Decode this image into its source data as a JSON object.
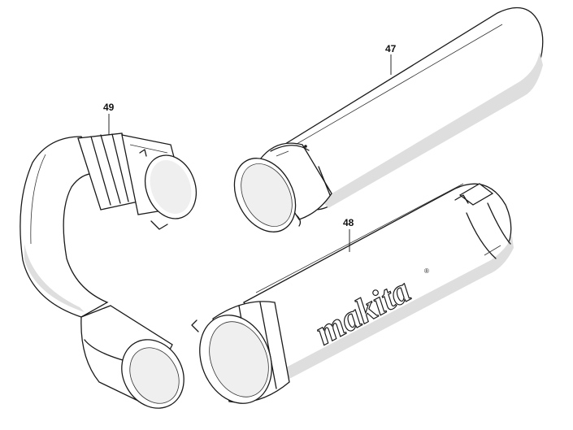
{
  "parts": [
    {
      "id": "47",
      "label": "47",
      "name": "straight-nozzle-tube"
    },
    {
      "id": "48",
      "label": "48",
      "name": "blower-pipe-with-logo"
    },
    {
      "id": "49",
      "label": "49",
      "name": "flexible-hose-elbow"
    }
  ],
  "brand": {
    "logo_text": "makita",
    "registered_mark": "®"
  },
  "colors": {
    "line": "#1a1a1a",
    "shading": "#dedede",
    "background": "#ffffff"
  }
}
